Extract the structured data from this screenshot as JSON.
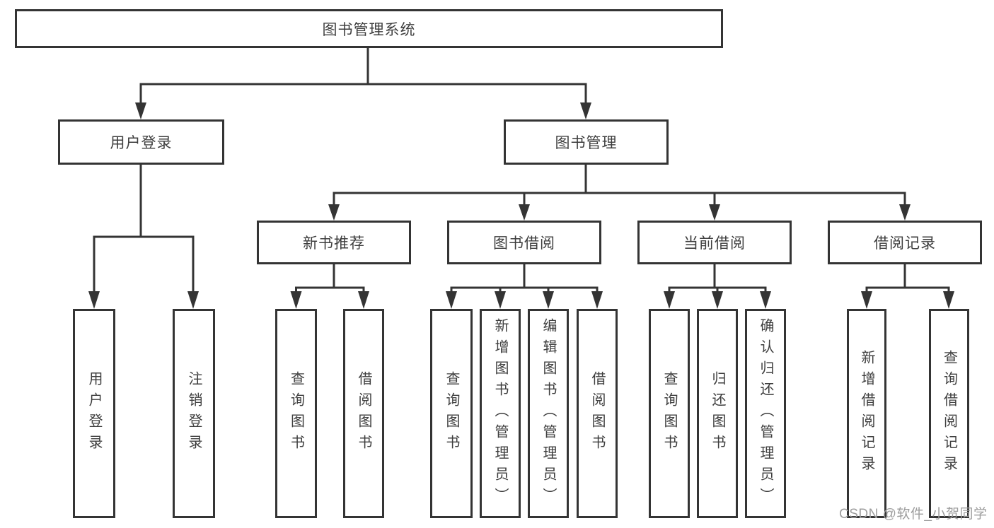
{
  "nodes": {
    "root": {
      "label": "图书管理系统"
    },
    "branches": [
      {
        "label": "用户登录",
        "children": [
          {
            "label": "用户登录"
          },
          {
            "label": "注销登录"
          }
        ]
      },
      {
        "label": "图书管理",
        "children": [
          {
            "label": "新书推荐",
            "children": [
              {
                "label": "查询图书"
              },
              {
                "label": "借阅图书"
              }
            ]
          },
          {
            "label": "图书借阅",
            "children": [
              {
                "label": "查询图书"
              },
              {
                "label": "新增图书（管理员）"
              },
              {
                "label": "编辑图书（管理员）"
              },
              {
                "label": "借阅图书"
              }
            ]
          },
          {
            "label": "当前借阅",
            "children": [
              {
                "label": "查询图书"
              },
              {
                "label": "归还图书"
              },
              {
                "label": "确认归还（管理员）"
              }
            ]
          },
          {
            "label": "借阅记录",
            "children": [
              {
                "label": "新增借阅记录"
              },
              {
                "label": "查询借阅记录"
              }
            ]
          }
        ]
      }
    ]
  },
  "watermark": {
    "text": "CSDN @软件_小贺同学"
  },
  "colors": {
    "line": "#343434",
    "box_border": "#343434",
    "text": "#3e3e3e",
    "watermark": "#9d9d9d",
    "background": "#ffffff"
  }
}
